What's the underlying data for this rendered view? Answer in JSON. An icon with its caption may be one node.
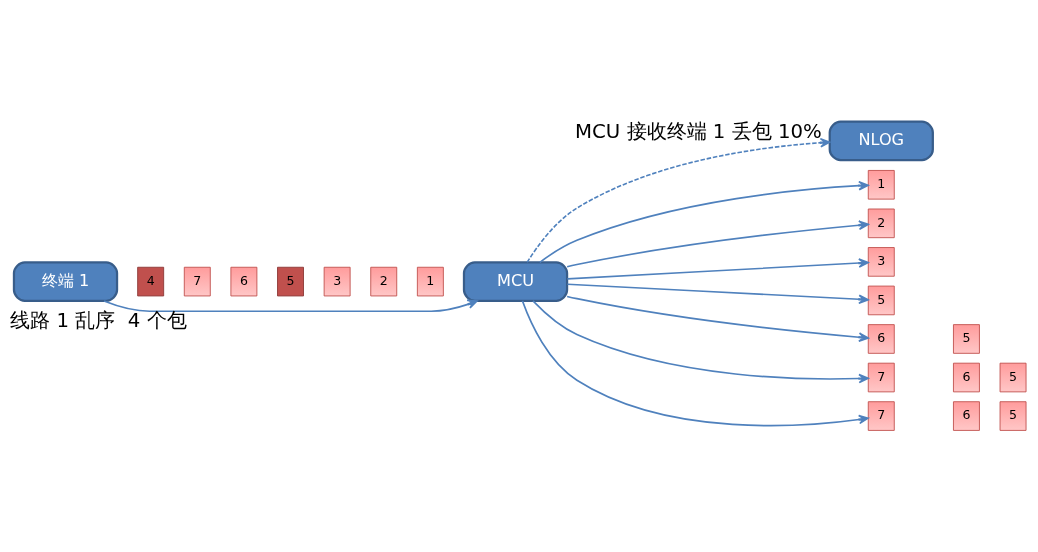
{
  "diagram": {
    "nodes": [
      {
        "text": [
          "终端 1"
        ]
      },
      {
        "text": [
          "4"
        ]
      },
      {
        "text": [
          "7"
        ]
      },
      {
        "text": [
          "6"
        ]
      },
      {
        "text": [
          "5"
        ]
      },
      {
        "text": [
          "3"
        ]
      },
      {
        "text": [
          "2"
        ]
      },
      {
        "text": [
          "1"
        ]
      },
      {
        "text": [
          "MCU"
        ]
      },
      {
        "text": [
          "NLOG"
        ]
      },
      {
        "text": [
          "1"
        ]
      },
      {
        "text": [
          "2"
        ]
      },
      {
        "text": [
          "3"
        ]
      },
      {
        "text": [
          "5"
        ]
      },
      {
        "text": [
          "6"
        ]
      },
      {
        "text": [
          "5"
        ]
      },
      {
        "text": [
          "7"
        ]
      },
      {
        "text": [
          "6"
        ]
      },
      {
        "text": [
          "5"
        ]
      },
      {
        "text": [
          "7"
        ]
      },
      {
        "text": [
          "6"
        ]
      },
      {
        "text": [
          "5"
        ]
      }
    ],
    "edges": [
      {
        "from": 0,
        "to": 8,
        "arrow": "to",
        "label": "线路 1 乱序  4 个包"
      },
      {
        "from": 8,
        "to": 9,
        "arrow": "to",
        "style": "dashed",
        "label": "MCU 接收终端 1 丢包 10%"
      },
      {
        "from": 8,
        "to": 10,
        "arrow": "to"
      },
      {
        "from": 8,
        "to": 11,
        "arrow": "to"
      },
      {
        "from": 8,
        "to": 12,
        "arrow": "to"
      },
      {
        "from": 8,
        "to": 13,
        "arrow": "to"
      },
      {
        "from": 8,
        "to": 14,
        "arrow": "to"
      },
      {
        "from": 8,
        "to": 16,
        "arrow": "to"
      },
      {
        "from": 8,
        "to": 19,
        "arrow": "to"
      }
    ]
  }
}
